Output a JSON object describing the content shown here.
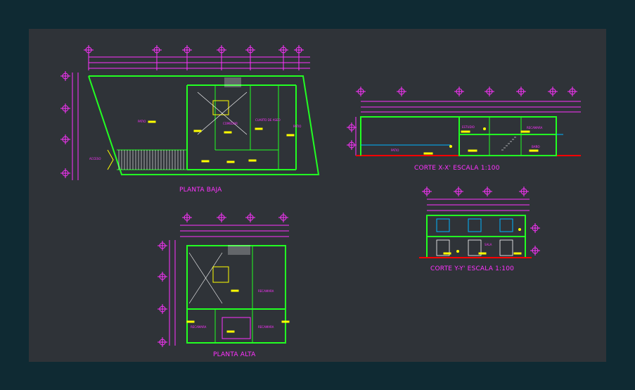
{
  "colors": {
    "background": "#0f2a33",
    "sheet": "#2f3338",
    "wall": "#22ff22",
    "dimension": "#ff33ff",
    "text": "#ff33ff",
    "grid_axis": "#ff33ff",
    "ground": "#ff0000",
    "annotation": "#ffff00",
    "water": "#00b4ff",
    "detail": "#ffffff"
  },
  "titles": {
    "planta_baja": "PLANTA BAJA",
    "planta_alta": "PLANTA ALTA",
    "corte_xx": "CORTE X-X'     ESCALA 1:100",
    "corte_yy": "CORTE Y-Y'     ESCALA 1:100"
  },
  "rooms": {
    "acceso": "ACCESO",
    "patio": "PATIO",
    "comedor": "COMEDOR",
    "cuarto_de_aseo": "CUARTO DE ASEO",
    "patio2": "PATIO",
    "estudio": "ESTUDIO",
    "recamara": "RECAMARA",
    "bano": "BAÑO",
    "patio_corte": "PATIO",
    "sala": "SALA",
    "recamara_pa1": "RECAMARA",
    "recamara_pa2": "RECAMARA",
    "recamara_pa3": "RECAMARA"
  }
}
